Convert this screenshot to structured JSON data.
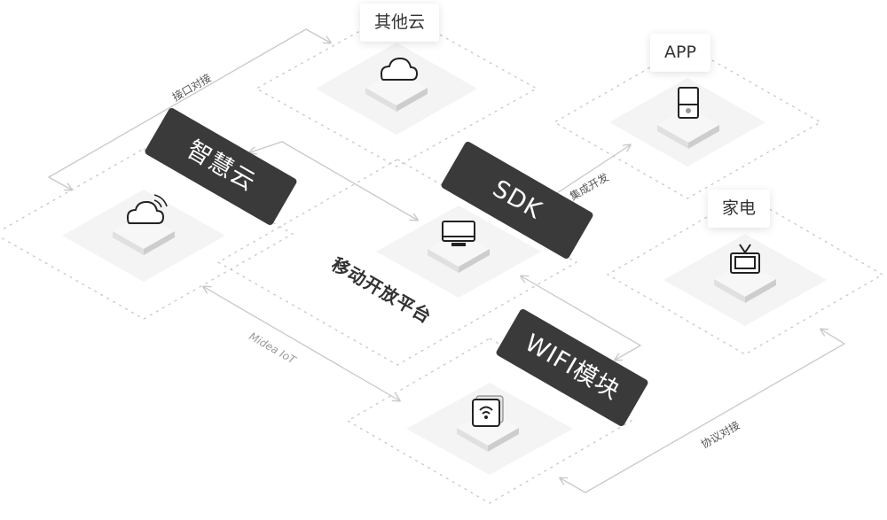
{
  "nodes": {
    "other_cloud": {
      "label": "其他云"
    },
    "app": {
      "label": "APP"
    },
    "appliance": {
      "label": "家电"
    },
    "smart_cloud": {
      "label": "智慧云"
    },
    "sdk": {
      "label": "SDK"
    },
    "wifi_module": {
      "label": "WIFI模块"
    },
    "mobile_platform": {
      "label": "移动开放平台"
    }
  },
  "edges": {
    "interface_docking": "接口对接",
    "integrated_dev": "集成开发",
    "midea_iot": "Midea IoT",
    "protocol_docking": "协议对接"
  },
  "icons": {
    "other_cloud": "cloud-icon",
    "smart_cloud": "cloud-signal-icon",
    "app": "phone-icon",
    "mobile_platform": "monitor-icon",
    "appliance": "tv-icon",
    "wifi_module": "wifi-icon"
  },
  "colors": {
    "banner": "#3a3a3a",
    "banner_text": "#ffffff",
    "dashed_border": "#c8c8c8",
    "tile": "#f4f4f4",
    "connector": "#c8c8c8",
    "icon_stroke": "#222222"
  }
}
